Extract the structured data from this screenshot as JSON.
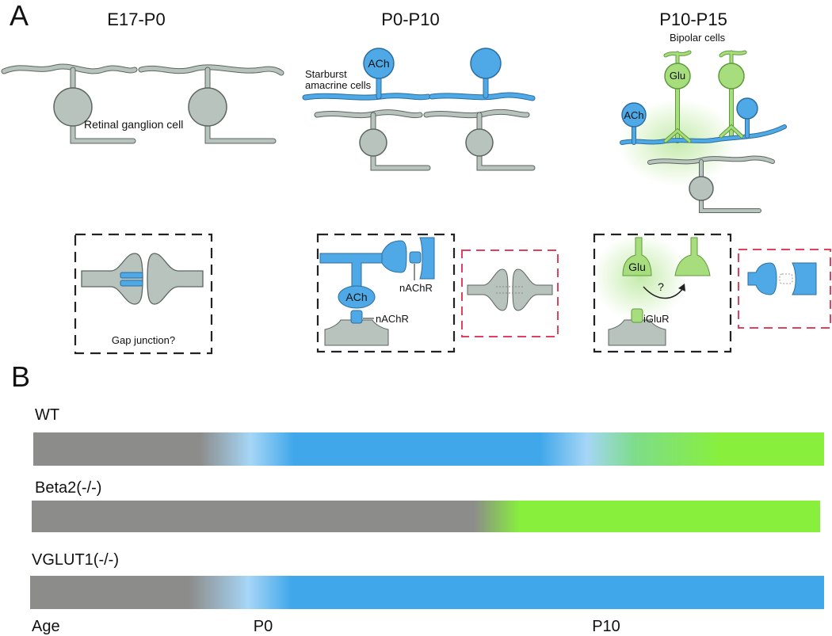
{
  "panels": {
    "a_label": "A",
    "b_label": "B"
  },
  "stages": [
    {
      "label": "E17-P0"
    },
    {
      "label": "P0-P10"
    },
    {
      "label": "P10-P15"
    }
  ],
  "annotations": {
    "retinal_ganglion_cell": "Retinal ganglion cell",
    "starburst_line1": "Starburst",
    "starburst_line2": "amacrine cells",
    "bipolar_cells": "Bipolar cells",
    "ach": "ACh",
    "glu": "Glu",
    "gap_junction": "Gap junction?",
    "nachr": "nAChR",
    "iglur": "iGluR",
    "question": "?"
  },
  "tracks": [
    {
      "label": "WT"
    },
    {
      "label": "Beta2(-/-)"
    },
    {
      "label": "VGLUT1(-/-)"
    }
  ],
  "axis": {
    "label": "Age",
    "ticks": [
      "P0",
      "P10"
    ]
  },
  "colors": {
    "rgc_gray": "#b9c3bd",
    "outline": "#5b6660",
    "sac_blue": "#4ea9e6",
    "bipolar_green": "#a8dd7e",
    "bar_gray": "#8c8c8a",
    "bar_blue": "#3fa7ea",
    "bar_light_blue": "#a6d6f7",
    "bar_green": "#88f03c",
    "dash_black": "#222222",
    "dash_red": "#e0415d"
  }
}
